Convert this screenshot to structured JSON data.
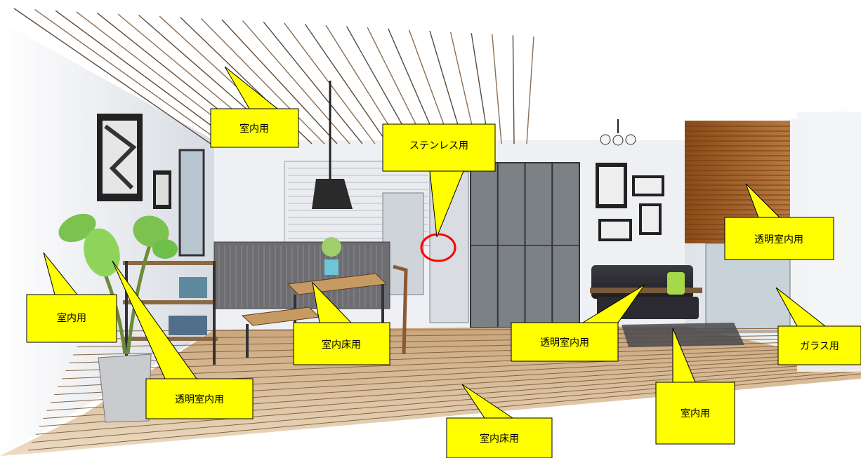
{
  "colors": {
    "callout_fill": "#ffff00",
    "callout_stroke": "#000000",
    "highlight_ring": "#ff0000",
    "wood_floor": "#b58a5a",
    "wood_blind": "#9c5a23",
    "sofa": "#2e2e33",
    "plant": "#6fbf4a"
  },
  "callouts": [
    {
      "id": "ceiling",
      "label": "室内用"
    },
    {
      "id": "stainless",
      "label": "ステンレス用"
    },
    {
      "id": "blind",
      "label": "透明室内用"
    },
    {
      "id": "left-wall",
      "label": "室内用"
    },
    {
      "id": "table-floor",
      "label": "室内床用"
    },
    {
      "id": "sofa",
      "label": "透明室内用"
    },
    {
      "id": "glass",
      "label": "ガラス用"
    },
    {
      "id": "plant",
      "label": "透明室内用"
    },
    {
      "id": "rug",
      "label": "室内用"
    },
    {
      "id": "floor",
      "label": "室内床用"
    }
  ]
}
